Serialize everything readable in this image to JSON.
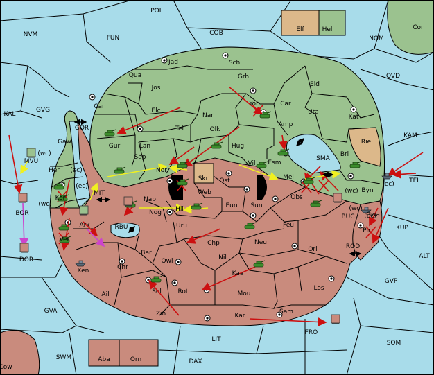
{
  "colors": {
    "sea": "#a8dcea",
    "land_green": "#9bc28f",
    "land_red": "#c98b7d",
    "land_tan": "#dcb88a",
    "border": "#000000",
    "move_arrow": "#cc1010",
    "support_arrow": "#f0f020",
    "retreat_arrow": "#cc44cc"
  },
  "sea_areas": [
    {
      "name": "POL"
    },
    {
      "name": "NVM"
    },
    {
      "name": "FUN"
    },
    {
      "name": "COB"
    },
    {
      "name": "NOM"
    },
    {
      "name": "Con"
    },
    {
      "name": "OVD"
    },
    {
      "name": "KAL"
    },
    {
      "name": "GVG"
    },
    {
      "name": "MVU"
    },
    {
      "name": "GOR"
    },
    {
      "name": "KAM"
    },
    {
      "name": "SMA"
    },
    {
      "name": "TEI"
    },
    {
      "name": "MIT"
    },
    {
      "name": "BOR"
    },
    {
      "name": "RBU"
    },
    {
      "name": "BUC"
    },
    {
      "name": "KUP"
    },
    {
      "name": "DOR"
    },
    {
      "name": "ROD"
    },
    {
      "name": "ALT"
    },
    {
      "name": "GVP"
    },
    {
      "name": "GVA"
    },
    {
      "name": "FRO"
    },
    {
      "name": "LIT"
    },
    {
      "name": "SOM"
    },
    {
      "name": "SWM"
    },
    {
      "name": "DAX"
    },
    {
      "name": "Cow"
    }
  ],
  "land_areas": [
    {
      "name": "Jad"
    },
    {
      "name": "Sch"
    },
    {
      "name": "Qua"
    },
    {
      "name": "Grh"
    },
    {
      "name": "Jos"
    },
    {
      "name": "Eld"
    },
    {
      "name": "Can"
    },
    {
      "name": "Car"
    },
    {
      "name": "Yor"
    },
    {
      "name": "Elc"
    },
    {
      "name": "Nar"
    },
    {
      "name": "Uta"
    },
    {
      "name": "Amp"
    },
    {
      "name": "Kat"
    },
    {
      "name": "Tel"
    },
    {
      "name": "Olk"
    },
    {
      "name": "Gur"
    },
    {
      "name": "Rie"
    },
    {
      "name": "Lan"
    },
    {
      "name": "Hug"
    },
    {
      "name": "Bri"
    },
    {
      "name": "Esm"
    },
    {
      "name": "Gaw"
    },
    {
      "name": "Sap"
    },
    {
      "name": "Nor"
    },
    {
      "name": "Vil"
    },
    {
      "name": "Her"
    },
    {
      "name": "Skr"
    },
    {
      "name": "Mel"
    },
    {
      "name": "Web"
    },
    {
      "name": "Ost"
    },
    {
      "name": "Byn"
    },
    {
      "name": "Kor"
    },
    {
      "name": "Obs"
    },
    {
      "name": "Nab"
    },
    {
      "name": "Hil"
    },
    {
      "name": "Eun"
    },
    {
      "name": "Sun"
    },
    {
      "name": "Gwa"
    },
    {
      "name": "Nog"
    },
    {
      "name": "Ark"
    },
    {
      "name": "Uru"
    },
    {
      "name": "Feu"
    },
    {
      "name": "Pir"
    },
    {
      "name": "Ver"
    },
    {
      "name": "Chp"
    },
    {
      "name": "Neu"
    },
    {
      "name": "Bar"
    },
    {
      "name": "Orl"
    },
    {
      "name": "Qwi"
    },
    {
      "name": "Chr"
    },
    {
      "name": "Nil"
    },
    {
      "name": "Ken"
    },
    {
      "name": "Kaa"
    },
    {
      "name": "Ail"
    },
    {
      "name": "Sol"
    },
    {
      "name": "Rot"
    },
    {
      "name": "Los"
    },
    {
      "name": "Mou"
    },
    {
      "name": "Zin"
    },
    {
      "name": "Kar"
    },
    {
      "name": "Sam"
    },
    {
      "name": "Elf"
    },
    {
      "name": "Hel"
    },
    {
      "name": "Aba"
    },
    {
      "name": "Orn"
    }
  ],
  "coast_labels": [
    {
      "text": "(wc)"
    },
    {
      "text": "(ec)"
    },
    {
      "text": "(ec)"
    },
    {
      "text": "(wc)"
    },
    {
      "text": "(wc)"
    },
    {
      "text": "(ec)"
    },
    {
      "text": "(wc)"
    },
    {
      "text": "(ec)"
    }
  ]
}
